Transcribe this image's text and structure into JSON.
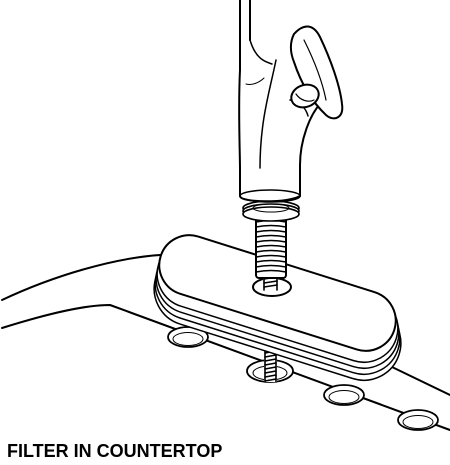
{
  "diagram": {
    "caption": "FILTER IN COUNTERTOP",
    "parts": [
      {
        "name": "faucet",
        "icon": "faucet-icon"
      },
      {
        "name": "handle",
        "icon": "lever-handle-icon"
      },
      {
        "name": "threaded-shank",
        "icon": "threaded-shank-icon"
      },
      {
        "name": "escutcheon-plate",
        "icon": "deck-plate-icon"
      },
      {
        "name": "gasket",
        "icon": "gasket-icon"
      },
      {
        "name": "countertop",
        "icon": "countertop-icon"
      },
      {
        "name": "mounting-holes",
        "icon": "hole-icon"
      }
    ]
  },
  "colors": {
    "line": "#000000",
    "fill": "#ffffff",
    "background": "#ffffff"
  }
}
